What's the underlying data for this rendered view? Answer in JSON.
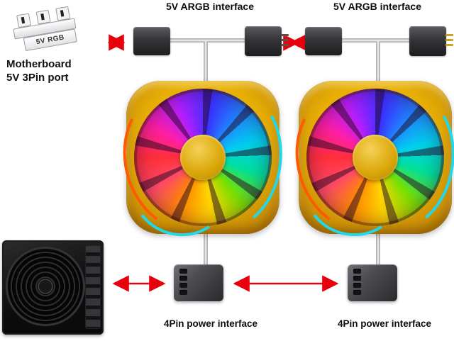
{
  "labels": {
    "argb_interface_1": "5V ARGB interface",
    "argb_interface_2": "5V ARGB interface",
    "motherboard_line1": "Motherboard",
    "motherboard_line2": "5V 3Pin port",
    "port_label": "5V RGB",
    "power_interface_1": "4Pin power interface",
    "power_interface_2": "4Pin power interface"
  },
  "colors": {
    "arrow_red": "#e8000d",
    "fan_frame_gold": "#e7ad05",
    "connector_dark": "#353538",
    "wire_gray": "#b4b4b8",
    "pin_gold": "#c9a227",
    "accent_cyan": "#21d7ea",
    "accent_orange": "#ff5a00"
  }
}
